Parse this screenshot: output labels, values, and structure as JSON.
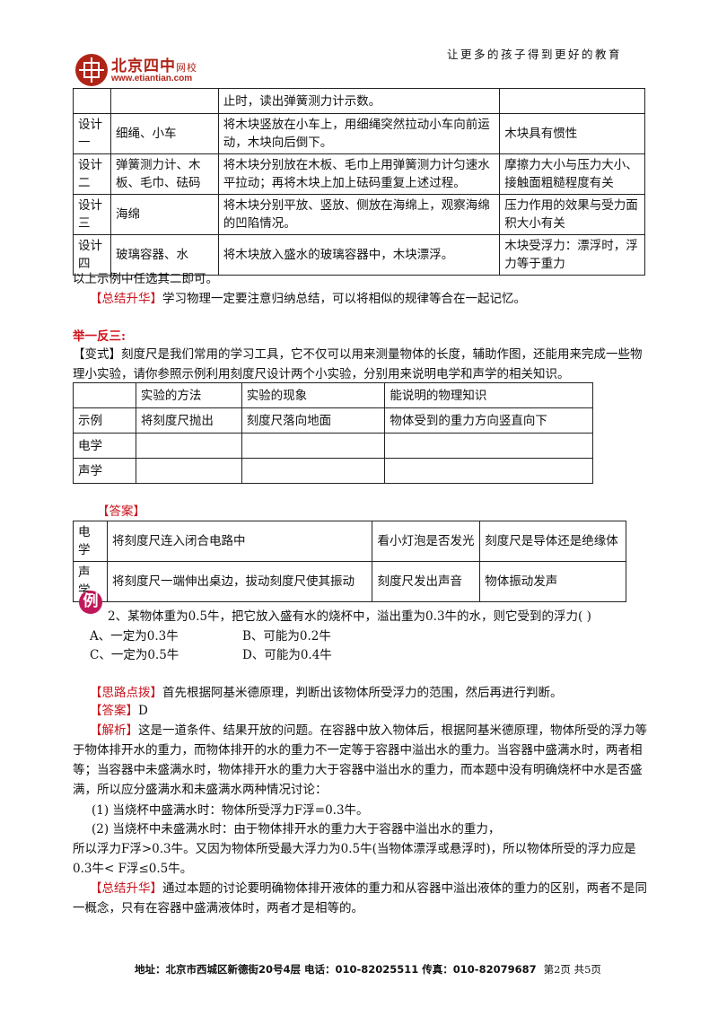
{
  "header": {
    "brand": "北京四中",
    "brand_suffix": "网校",
    "url": "www.etiantian.com",
    "slogan": "让更多的孩子得到更好的教育"
  },
  "table1": {
    "rows": [
      [
        "",
        "",
        "止时，读出弹簧测力计示数。",
        ""
      ],
      [
        "设计一",
        "细绳、小车",
        "将木块竖放在小车上，用细绳突然拉动小车向前运动，木块向后倒下。",
        "木块具有惯性"
      ],
      [
        "设计二",
        "弹簧测力计、木板、毛巾、砝码",
        "将木块分别放在木板、毛巾上用弹簧测力计匀速水平拉动；再将木块上加上砝码重复上述过程。",
        "摩擦力大小与压力大小、接触面粗糙程度有关"
      ],
      [
        "设计三",
        "海绵",
        "将木块分别平放、竖放、侧放在海绵上，观察海绵的凹陷情况。",
        "压力作用的效果与受力面积大小有关"
      ],
      [
        "设计四",
        "玻璃容器、水",
        "将木块放入盛水的玻璃容器中，木块漂浮。",
        "木块受浮力：漂浮时，浮力等于重力"
      ]
    ]
  },
  "note1": "以上示例中任选其二即可。",
  "summary1_tag": "【总结升华】",
  "summary1_text": "学习物理一定要注意归纳总结，可以将相似的规律等合在一起记忆。",
  "section_title": "举一反三:",
  "variant_tag": "【变式】",
  "variant_text": "刻度尺是我们常用的学习工具，它不仅可以用来测量物体的长度，辅助作图，还能用来完成一些物理小实验，请你参照示例利用刻度尺设计两个小实验，分别用来说明电学和声学的相关知识。",
  "table2": {
    "header": [
      "",
      "实验的方法",
      "实验的现象",
      "能说明的物理知识"
    ],
    "rows": [
      [
        "示例",
        "将刻度尺抛出",
        "刻度尺落向地面",
        "物体受到的重力方向竖直向下"
      ],
      [
        "电学",
        "",
        "",
        ""
      ],
      [
        "声学",
        "",
        "",
        ""
      ]
    ]
  },
  "answer_tag": "【答案】",
  "table3": {
    "rows": [
      [
        "电学",
        "将刻度尺连入闭合电路中",
        "看小灯泡是否发光",
        "刻度尺是导体还是绝缘体"
      ],
      [
        "声学",
        "将刻度尺一端伸出桌边，拔动刻度尺使其振动",
        "刻度尺发出声音",
        "物体振动发声"
      ]
    ]
  },
  "example_icon": "例",
  "question": "2、某物体重为0.5牛，把它放入盛有水的烧杯中，溢出重为0.3牛的水，则它受到的浮力(      )",
  "options": [
    "A、一定为0.3牛",
    "B、可能为0.2牛",
    "C、一定为0.5牛",
    "D、可能为0.4牛"
  ],
  "hint_tag": "【思路点拨】",
  "hint_text": "首先根据阿基米德原理，判断出该物体所受浮力的范围，然后再进行判断。",
  "answer2_tag": "【答案】",
  "answer2_text": "D",
  "analysis_tag": "【解析】",
  "analysis_text": "这是一道条件、结果开放的问题。在容器中放入物体后，根据阿基米德原理，物体所受的浮力等于物体排开水的重力，而物体排开的水的重力不一定等于容器中溢出水的重力。当容器中盛满水时，两者相等；当容器中未盛满水时，物体排开水的重力大于容器中溢出水的重力，而本题中没有明确烧杯中水是否盛满，所以应分盛满水和未盛满水两种情况讨论：",
  "case1": "(1)    当烧杯中盛满水时：物体所受浮力F浮=0.3牛。",
  "case2": "(2)    当烧杯中未盛满水时：由于物体排开水的重力大于容器中溢出水的重力，",
  "case2b": "所以浮力F浮>0.3牛。又因为物体所受最大浮力为0.5牛(当物体漂浮或悬浮时)，所以物体所受的浮力应是0.3牛< F浮≤0.5牛。",
  "summary2_tag": "【总结升华】",
  "summary2_text": "通过本题的讨论要明确物体排开液体的重力和从容器中溢出液体的重力的区别，两者不是同一概念，只有在容器中盛满液体时，两者才是相等的。",
  "footer": {
    "address": "地址：北京市西城区新德街20号4层  电话：010-82025511  传真：010-82079687",
    "page": "第2页  共5页"
  }
}
